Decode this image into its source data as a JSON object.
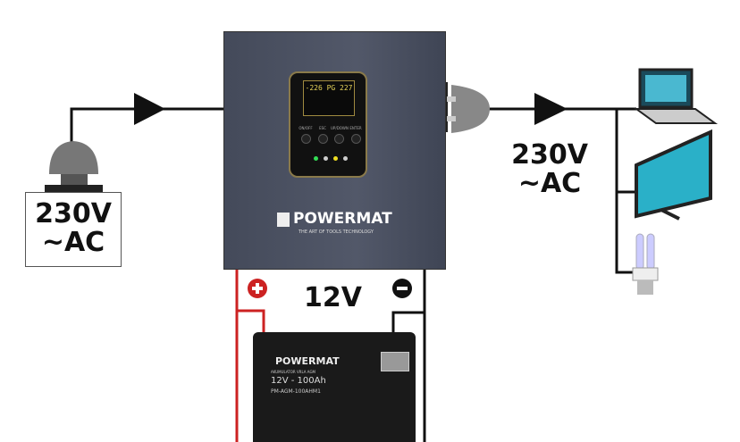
{
  "input": {
    "voltage": "230V",
    "type": "~AC"
  },
  "output": {
    "voltage": "230V",
    "type": "~AC"
  },
  "battery_link": {
    "voltage": "12V",
    "positive": "+",
    "negative": "−"
  },
  "inverter": {
    "brand": "POWERMAT",
    "tagline": "THE ART OF TOOLS TECHNOLOGY",
    "lcd": "-226 PG 227",
    "buttons": [
      "ON/OFF",
      "ESC",
      "UP/DOWN",
      "ENTER"
    ],
    "led_colors": [
      "#33dd55",
      "#cccccc",
      "#eedd22",
      "#cccccc"
    ]
  },
  "battery": {
    "brand": "POWERMAT",
    "label": "AKUMULATOR VRLA AGM",
    "rating": "12V - 100Ah",
    "model": "PM-AGM-100AHM1"
  },
  "loads": [
    {
      "icon": "laptop-icon"
    },
    {
      "icon": "tv-icon"
    },
    {
      "icon": "bulb-icon"
    }
  ],
  "colors": {
    "positive": "#cc2222",
    "negative": "#111111",
    "inverter": "#4a5060"
  }
}
